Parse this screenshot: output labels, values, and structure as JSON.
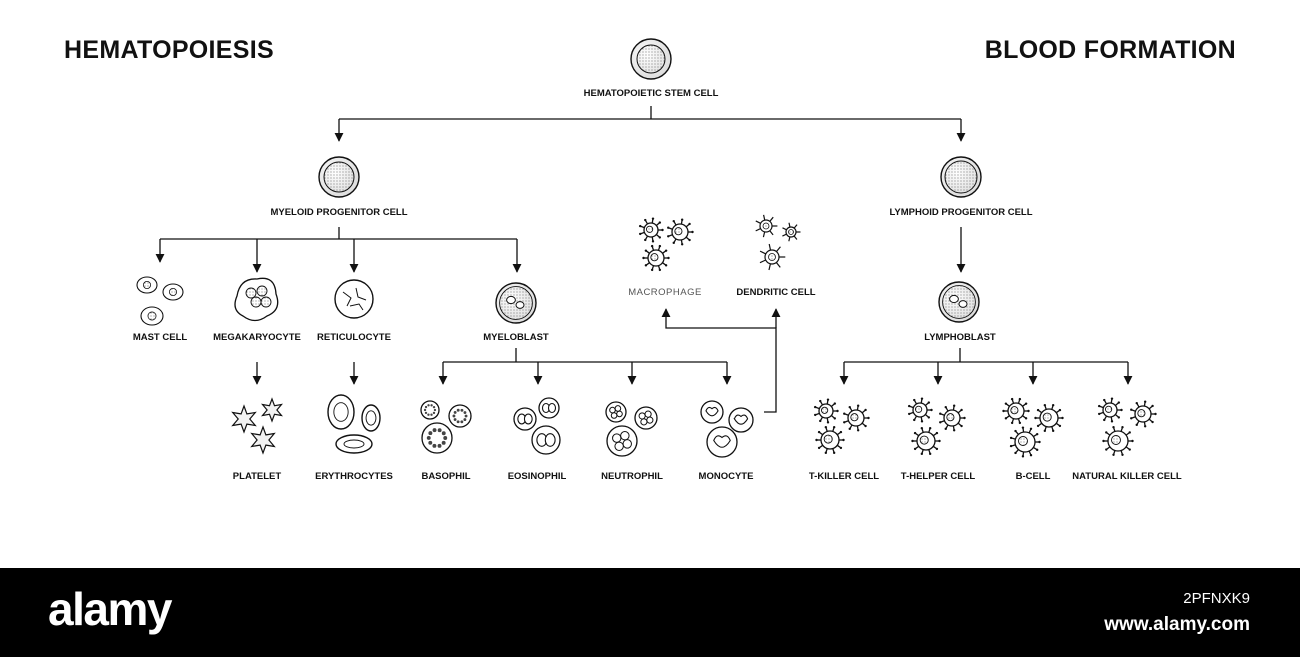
{
  "titles": {
    "left": "HEMATOPOIESIS",
    "right": "BLOOD FORMATION"
  },
  "cells": {
    "stem": "HEMATOPOIETIC STEM CELL",
    "myeloid": "MYELOID PROGENITOR CELL",
    "lymphoid": "LYMPHOID PROGENITOR CELL",
    "mast": "MAST CELL",
    "megakaryocyte": "MEGAKARYOCYTE",
    "reticulocyte": "RETICULOCYTE",
    "myeloblast": "MYELOBLAST",
    "macrophage": "MACROPHAGE",
    "dendritic": "DENDRITIC CELL",
    "lymphoblast": "LYMPHOBLAST",
    "platelet": "PLATELET",
    "erythrocytes": "ERYTHROCYTES",
    "basophil": "BASOPHIL",
    "eosinophil": "EOSINOPHIL",
    "neutrophil": "NEUTROPHIL",
    "monocyte": "MONOCYTE",
    "tkiller": "T-KILLER CELL",
    "thelper": "T-HELPER CELL",
    "bcell": "B-CELL",
    "nk": "NATURAL KILLER CELL"
  },
  "footer": {
    "brand": "alamy",
    "image_id": "2PFNXK9",
    "site": "www.alamy.com"
  },
  "colors": {
    "ink": "#111111",
    "footer_bg": "#000000",
    "footer_text": "#ffffff"
  }
}
